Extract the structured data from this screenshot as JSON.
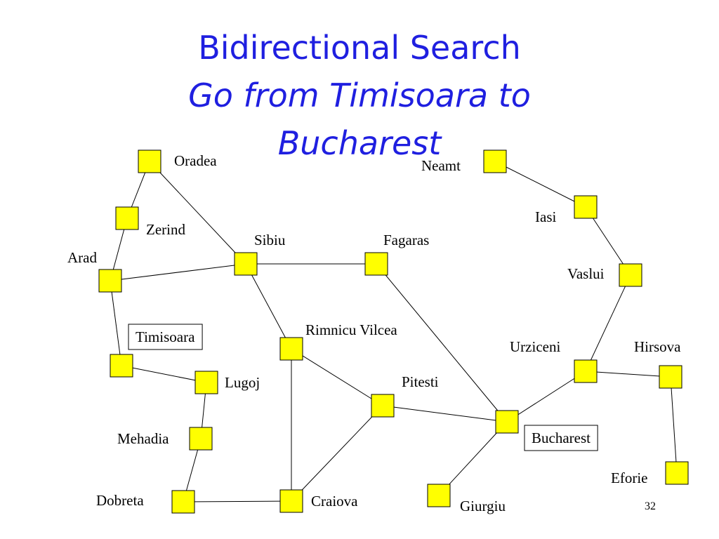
{
  "title": {
    "line1": "Bidirectional Search",
    "line2": "Go from Timisoara to",
    "line3": "Bucharest"
  },
  "colors": {
    "title": "#1f1fe0",
    "node_fill": "#ffff00",
    "edge": "#000000"
  },
  "nodes": [
    {
      "id": "oradea",
      "label": "Oradea",
      "boxed": false
    },
    {
      "id": "zerind",
      "label": "Zerind",
      "boxed": false
    },
    {
      "id": "arad",
      "label": "Arad",
      "boxed": false
    },
    {
      "id": "timisoara",
      "label": "Timisoara",
      "boxed": true
    },
    {
      "id": "lugoj",
      "label": "Lugoj",
      "boxed": false
    },
    {
      "id": "mehadia",
      "label": "Mehadia",
      "boxed": false
    },
    {
      "id": "dobreta",
      "label": "Dobreta",
      "boxed": false
    },
    {
      "id": "craiova",
      "label": "Craiova",
      "boxed": false
    },
    {
      "id": "rimnicu",
      "label": "Rimnicu Vilcea",
      "boxed": false
    },
    {
      "id": "sibiu",
      "label": "Sibiu",
      "boxed": false
    },
    {
      "id": "fagaras",
      "label": "Fagaras",
      "boxed": false
    },
    {
      "id": "pitesti",
      "label": "Pitesti",
      "boxed": false
    },
    {
      "id": "bucharest",
      "label": "Bucharest",
      "boxed": true
    },
    {
      "id": "giurgiu",
      "label": "Giurgiu",
      "boxed": false
    },
    {
      "id": "urziceni",
      "label": "Urziceni",
      "boxed": false
    },
    {
      "id": "hirsova",
      "label": "Hirsova",
      "boxed": false
    },
    {
      "id": "eforie",
      "label": "Eforie",
      "boxed": false
    },
    {
      "id": "vaslui",
      "label": "Vaslui",
      "boxed": false
    },
    {
      "id": "iasi",
      "label": "Iasi",
      "boxed": false
    },
    {
      "id": "neamt",
      "label": "Neamt",
      "boxed": false
    }
  ],
  "edges": [
    [
      "oradea",
      "zerind"
    ],
    [
      "oradea",
      "sibiu"
    ],
    [
      "zerind",
      "arad"
    ],
    [
      "arad",
      "sibiu"
    ],
    [
      "arad",
      "timisoara"
    ],
    [
      "timisoara",
      "lugoj"
    ],
    [
      "lugoj",
      "mehadia"
    ],
    [
      "mehadia",
      "dobreta"
    ],
    [
      "dobreta",
      "craiova"
    ],
    [
      "sibiu",
      "fagaras"
    ],
    [
      "sibiu",
      "rimnicu"
    ],
    [
      "rimnicu",
      "craiova"
    ],
    [
      "rimnicu",
      "pitesti"
    ],
    [
      "craiova",
      "pitesti"
    ],
    [
      "pitesti",
      "bucharest"
    ],
    [
      "fagaras",
      "bucharest"
    ],
    [
      "bucharest",
      "giurgiu"
    ],
    [
      "bucharest",
      "urziceni"
    ],
    [
      "urziceni",
      "hirsova"
    ],
    [
      "hirsova",
      "eforie"
    ],
    [
      "urziceni",
      "vaslui"
    ],
    [
      "vaslui",
      "iasi"
    ],
    [
      "iasi",
      "neamt"
    ]
  ],
  "slide_number": "32"
}
